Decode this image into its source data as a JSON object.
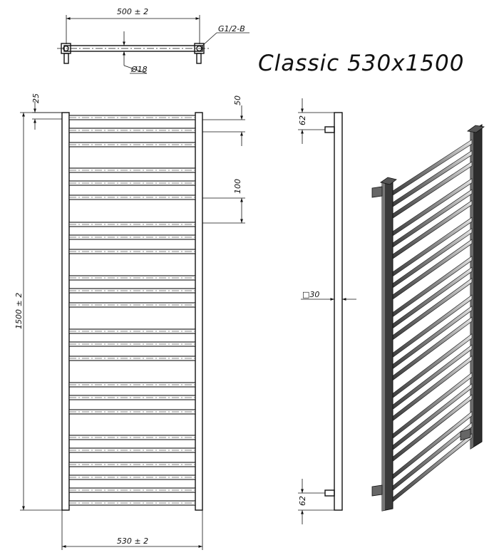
{
  "title": "Classic  530x1500",
  "top_view": {
    "width_label": "500 ± 2",
    "connection_label": "G1/2-B",
    "diameter_label": "Ø18"
  },
  "front_view": {
    "top_offset_label": "25",
    "spacing_small_label": "50",
    "spacing_large_label": "100",
    "height_label": "1500 ± 2",
    "width_label": "530 ± 2"
  },
  "side_view": {
    "top_pipe_label": "62",
    "profile_label": "□30",
    "bottom_pipe_label": "62"
  }
}
